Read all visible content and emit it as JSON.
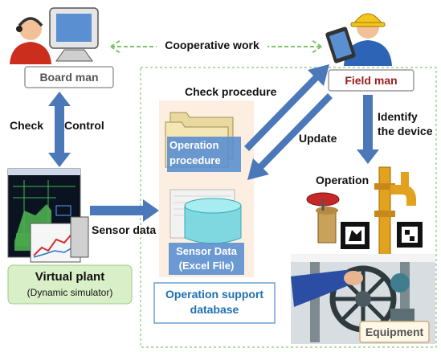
{
  "labels": {
    "cooperative_work": "Cooperative work",
    "board_man": "Board man",
    "field_man": "Field man",
    "check": "Check",
    "control": "Control",
    "check_procedure": "Check procedure",
    "update": "Update",
    "identify_line1": "Identify",
    "identify_line2": "the device",
    "operation": "Operation",
    "operation_procedure_line1": "Operation",
    "operation_procedure_line2": "procedure",
    "sensor_data_arrow": "Sensor data",
    "sensor_data_line1": "Sensor Data",
    "sensor_data_line2": "(Excel File)",
    "virtual_plant": "Virtual plant",
    "virtual_plant_sub": "(Dynamic simulator)",
    "database_line1": "Operation support",
    "database_line2": "database",
    "equipment": "Equipment"
  },
  "colors": {
    "arrow_blue": "#4a78b8",
    "dashed_green": "#7cc36a",
    "field_man_text": "#9b1c1c",
    "database_text": "#1f6fb3",
    "virtual_plant_bg": "#d9efc8",
    "pipe_orange": "#e3a21e"
  }
}
